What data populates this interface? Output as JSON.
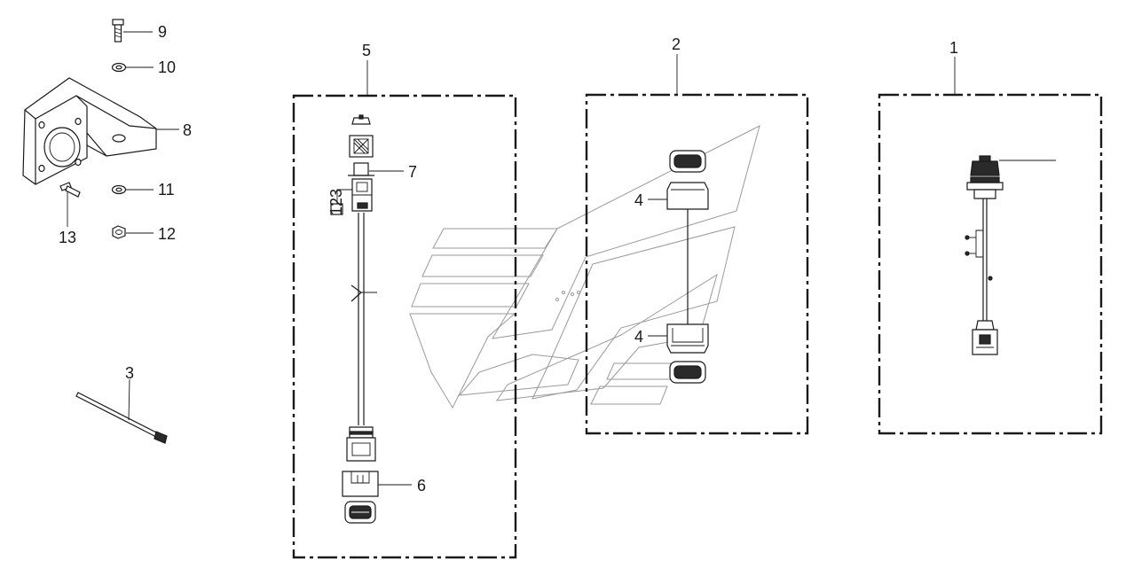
{
  "diagram": {
    "callouts": {
      "c1": "1",
      "c2": "2",
      "c3": "3",
      "c4a": "4",
      "c4b": "4",
      "c5": "5",
      "c6": "6",
      "c7": "7",
      "c8": "8",
      "c9": "9",
      "c10": "10",
      "c11": "11",
      "c12": "12",
      "c13": "13"
    },
    "connector_label": "123"
  }
}
